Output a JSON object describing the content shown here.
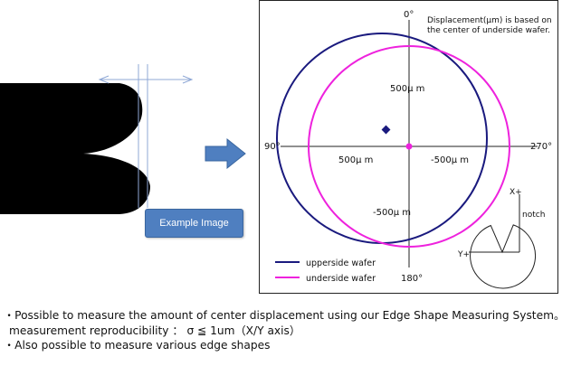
{
  "example_button": {
    "label": "Example Image"
  },
  "diagram": {
    "note_line1": "Displacement(μm) is based on",
    "note_line2": "the center of underside wafer.",
    "angle_top": "0°",
    "angle_left": "90°",
    "angle_right": "270°",
    "angle_bottom": "180°",
    "label_top": "500μ m",
    "label_left": "500μ m",
    "label_right": "-500μ m",
    "label_bottom": "-500μ m",
    "legend": [
      {
        "label": "upperside wafer",
        "color": "#1a1a7e"
      },
      {
        "label": "underside wafer",
        "color": "#ee22dd"
      }
    ],
    "inset": {
      "x_label": "X+",
      "y_label": "Y+",
      "notch_label": "notch"
    }
  },
  "notes": [
    "・Possible to measure the amount of center displacement using our Edge Shape Measuring System。",
    "measurement reproducibility ： σ ≦ 1um（X/Y axis）",
    "・Also possible to measure various edge shapes"
  ]
}
